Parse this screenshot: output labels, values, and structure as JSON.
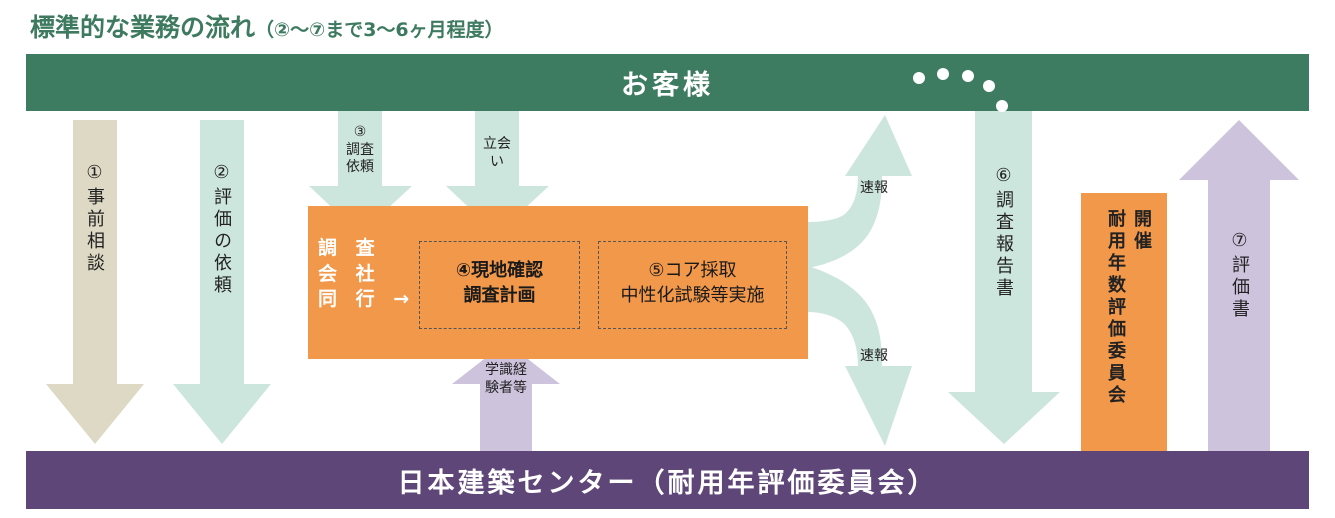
{
  "title": {
    "main": "標準的な業務の流れ",
    "sub": "（②～⑦まで3～6ヶ月程度）"
  },
  "customer_band": "お客様",
  "center_band": "日本建築センター（耐用年評価委員会）",
  "arrows": {
    "consultation": "①事前相談",
    "request_eval": "②評価の依頼",
    "survey_request": [
      "③",
      "調査",
      "依頼"
    ],
    "witness": [
      "立会",
      "い"
    ],
    "experts": [
      "学識経",
      "験者等"
    ],
    "quick_report_up": "速報",
    "quick_report_down": "速報",
    "survey_report": "⑥調査報告書",
    "eval_doc": "⑦評価書"
  },
  "box": {
    "label_lines": [
      "調 査",
      "会 社",
      "同 行 →"
    ],
    "step4": [
      "④現地確認",
      "調査計画"
    ],
    "step5": [
      "⑤コア採取",
      "中性化試験等実施"
    ]
  },
  "committee": {
    "col1": "開催",
    "col2": "耐用年数評価委員会"
  },
  "colors": {
    "green_band": "#3e7c62",
    "purple_band": "#5e4778",
    "orange": "#f2984a",
    "beige_arrow": "#ddd9c4",
    "mint_arrow": "#cde6dd",
    "lavender_arrow": "#cdc3dd",
    "title_green": "#3d7a5f"
  }
}
